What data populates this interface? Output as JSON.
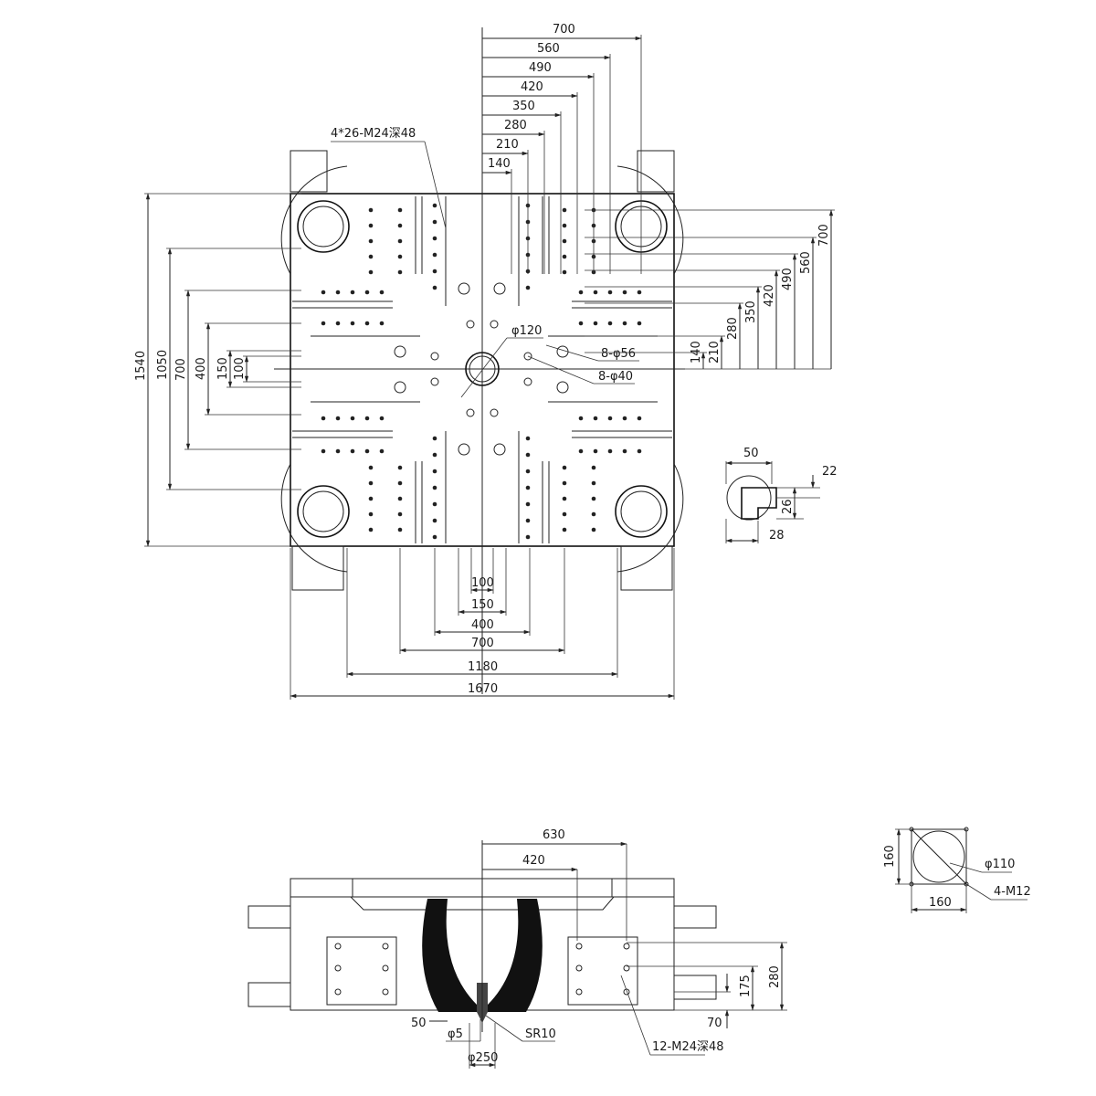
{
  "top_view": {
    "hole_note": "4*26-M24深48",
    "right_dims": [
      "140",
      "210",
      "280",
      "350",
      "420",
      "490",
      "560",
      "700"
    ],
    "top_dims": [
      "700",
      "560",
      "490",
      "420",
      "350",
      "280",
      "210",
      "140"
    ],
    "left_dims": [
      "1540",
      "1050",
      "700",
      "400",
      "150",
      "100"
    ],
    "bottom_dims": [
      "100",
      "150",
      "400",
      "700",
      "1180",
      "1670"
    ],
    "center_dia": "φ120",
    "hole_56": "8-φ56",
    "hole_40": "8-φ40"
  },
  "slot_detail": {
    "w": "50",
    "d1": "22",
    "d2": "26",
    "d3": "28"
  },
  "front_view": {
    "dim_630": "630",
    "dim_420": "420",
    "dim_280": "280",
    "dim_175": "175",
    "dim_70": "70",
    "dim_50": "50",
    "dia_5": "φ5",
    "sr10": "SR10",
    "dia_250": "φ250",
    "holes": "12-M24深48"
  },
  "small_view": {
    "w": "160",
    "h": "160",
    "dia": "φ110",
    "thread": "4-M12"
  }
}
